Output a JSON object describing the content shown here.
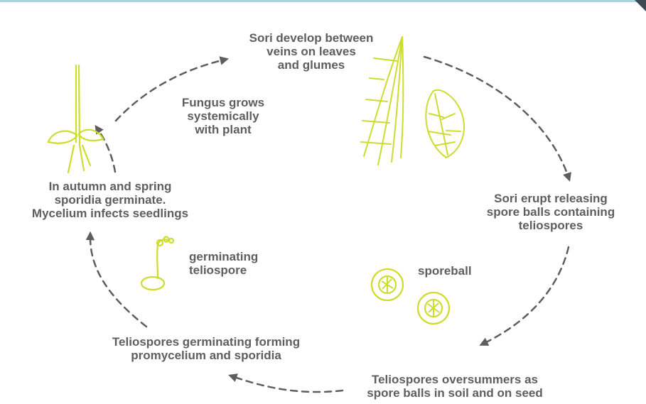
{
  "stages": {
    "sori_develop": [
      "Sori develop between",
      "veins on leaves",
      "and glumes"
    ],
    "sori_erupt": [
      "Sori erupt releasing",
      "spore balls containing",
      "teliospores"
    ],
    "oversummer": [
      "Teliospores oversummers as",
      "spore balls in soil and on seed"
    ],
    "germinating_forming": [
      "Teliospores germinating forming",
      "promycelium and sporidia"
    ],
    "autumn_spring": [
      "In autumn and spring",
      "sporidia germinate.",
      "Mycelium infects seedlings"
    ],
    "fungus_grows": [
      "Fungus grows",
      "systemically",
      "with plant"
    ]
  },
  "captions": {
    "sporeball": "sporeball",
    "germinating_teliospore": [
      "germinating",
      "teliospore"
    ]
  },
  "colors": {
    "text": "#5e5e5e",
    "arrow": "#5e5e5e",
    "illustration": "#cddc2e",
    "accent_line": "#a9d6dc"
  }
}
